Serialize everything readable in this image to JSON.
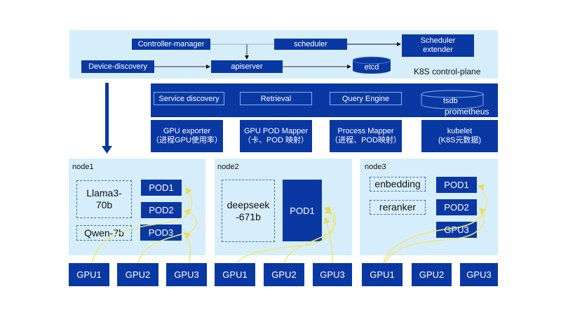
{
  "control_plane": {
    "title": "K8S control-plane",
    "controller_manager": "Controller-manager",
    "scheduler": "scheduler",
    "scheduler_extender_line1": "Scheduler",
    "scheduler_extender_line2": "extender",
    "device_discovery": "Device-discovery",
    "apiserver": "apiserver",
    "etcd": "etcd"
  },
  "prometheus": {
    "title": "prometheus",
    "service_discovery": "Service discovery",
    "retrieval": "Retrieval",
    "query_engine": "Query Engine",
    "tsdb": "tsdb"
  },
  "exporters": [
    {
      "line1": "GPU exporter",
      "line2": "（进程GPU使用率）"
    },
    {
      "line1": "GPU POD Mapper",
      "line2": "（卡、POD 映射）"
    },
    {
      "line1": "Process Mapper",
      "line2": "（进程、POD映射）"
    },
    {
      "line1": "kubelet",
      "line2": "(K8S元数据)"
    }
  ],
  "nodes": [
    {
      "name": "node1",
      "models": [
        "Llama3-\n70b",
        "Qwen-7b"
      ],
      "pods": [
        "POD1",
        "POD2",
        "POD3"
      ],
      "gpus": [
        "GPU1",
        "GPU2",
        "GPU3"
      ]
    },
    {
      "name": "node2",
      "models": [
        "deepseek\n-671b"
      ],
      "pods": [
        "POD1"
      ],
      "gpus": [
        "GPU1",
        "GPU2",
        "GPU3"
      ]
    },
    {
      "name": "node3",
      "models": [
        "enbedding",
        "reranker"
      ],
      "pods": [
        "POD1",
        "POD2",
        "GPU3"
      ],
      "gpus": [
        "GPU1",
        "GPU2",
        "GPU3"
      ]
    }
  ],
  "colors": {
    "box": "#0a38a3",
    "panel": "#d6eefb",
    "link": "#f0e77a"
  }
}
